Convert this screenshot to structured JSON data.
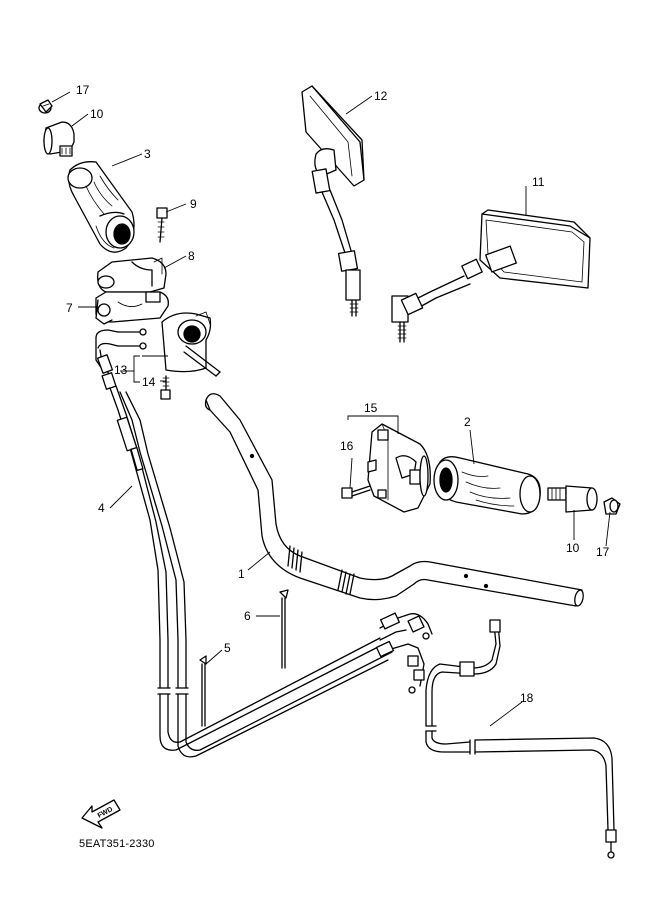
{
  "diagram": {
    "drawing_code": "5EAT351-2330",
    "fwd_label": "FWD",
    "callouts": [
      {
        "id": "c1",
        "label": "1"
      },
      {
        "id": "c2",
        "label": "2"
      },
      {
        "id": "c3",
        "label": "3"
      },
      {
        "id": "c4",
        "label": "4"
      },
      {
        "id": "c5",
        "label": "5"
      },
      {
        "id": "c6",
        "label": "6"
      },
      {
        "id": "c7",
        "label": "7"
      },
      {
        "id": "c8",
        "label": "8"
      },
      {
        "id": "c9",
        "label": "9"
      },
      {
        "id": "c10a",
        "label": "10"
      },
      {
        "id": "c10b",
        "label": "10"
      },
      {
        "id": "c11",
        "label": "11"
      },
      {
        "id": "c12",
        "label": "12"
      },
      {
        "id": "c13",
        "label": "13"
      },
      {
        "id": "c14",
        "label": "14"
      },
      {
        "id": "c15",
        "label": "15"
      },
      {
        "id": "c16",
        "label": "16"
      },
      {
        "id": "c17a",
        "label": "17"
      },
      {
        "id": "c17b",
        "label": "17"
      },
      {
        "id": "c18",
        "label": "18"
      }
    ]
  }
}
